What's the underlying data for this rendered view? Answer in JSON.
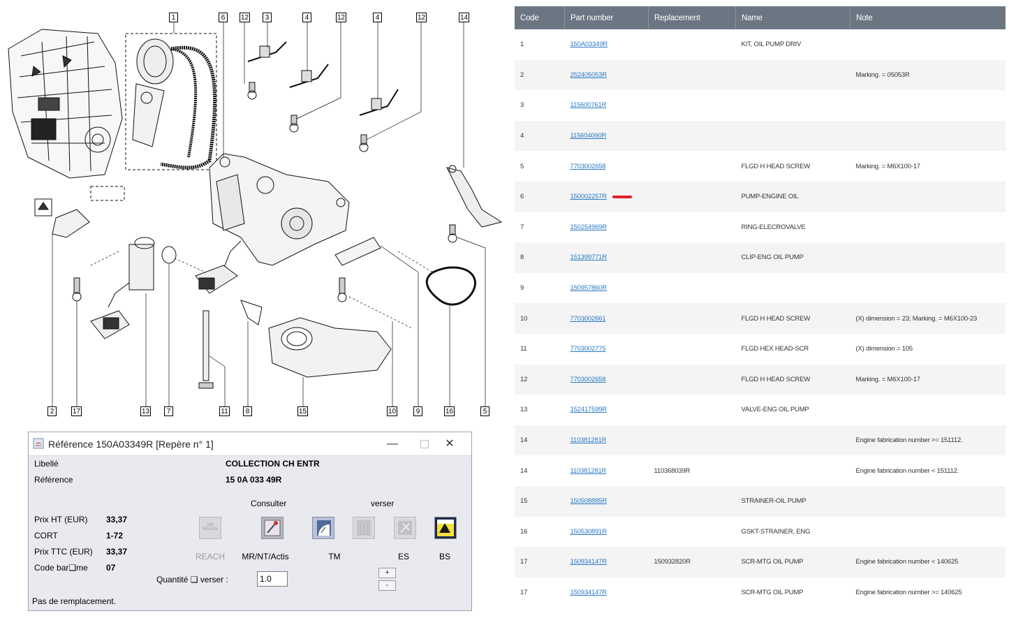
{
  "diagram": {
    "callouts": [
      "1",
      "6",
      "12",
      "3",
      "4",
      "12",
      "4",
      "12",
      "14",
      "2",
      "17",
      "13",
      "7",
      "11",
      "8",
      "15",
      "10",
      "9",
      "16",
      "5"
    ]
  },
  "table": {
    "headers": [
      "Code",
      "Part number",
      "Replacement",
      "Name",
      "Note"
    ],
    "rows": [
      {
        "code": "1",
        "part": "150A03349R",
        "replacement": "",
        "name": "KIT, OIL PUMP DRIV",
        "note": ""
      },
      {
        "code": "2",
        "part": "252405053R",
        "replacement": "",
        "name": "",
        "note": "Marking. = 05053R"
      },
      {
        "code": "3",
        "part": "115600761R",
        "replacement": "",
        "name": "",
        "note": ""
      },
      {
        "code": "4",
        "part": "115604090R",
        "replacement": "",
        "name": "",
        "note": ""
      },
      {
        "code": "5",
        "part": "7703002658",
        "replacement": "",
        "name": "FLGD H HEAD SCREW",
        "note": "Marking. = M6X100-17"
      },
      {
        "code": "6",
        "part": "150002257R",
        "replacement": "",
        "name": "PUMP-ENGINE OIL",
        "note": ""
      },
      {
        "code": "7",
        "part": "150254969R",
        "replacement": "",
        "name": "RING-ELECROVALVE",
        "note": ""
      },
      {
        "code": "8",
        "part": "151399771R",
        "replacement": "",
        "name": "CLIP-ENG OIL PUMP",
        "note": ""
      },
      {
        "code": "9",
        "part": "150957860R",
        "replacement": "",
        "name": "",
        "note": ""
      },
      {
        "code": "10",
        "part": "7703002661",
        "replacement": "",
        "name": "FLGD H HEAD SCREW",
        "note": "(X) dimension = 23; Marking. = M6X100-23"
      },
      {
        "code": "11",
        "part": "7703002775",
        "replacement": "",
        "name": "FLGD HEX HEAD-SCR",
        "note": "(X) dimension = 105"
      },
      {
        "code": "12",
        "part": "7703002658",
        "replacement": "",
        "name": "FLGD H HEAD SCREW",
        "note": "Marking. = M6X100-17"
      },
      {
        "code": "13",
        "part": "152417599R",
        "replacement": "",
        "name": "VALVE-ENG OIL PUMP",
        "note": ""
      },
      {
        "code": "14",
        "part": "110381281R",
        "replacement": "",
        "name": "",
        "note": "Engine fabrication number >= 151112."
      },
      {
        "code": "14",
        "part": "110381281R",
        "replacement": "110368039R",
        "name": "",
        "note": "Engine fabrication number < 151112."
      },
      {
        "code": "15",
        "part": "150508885R",
        "replacement": "",
        "name": "STRAINER-OIL PUMP",
        "note": ""
      },
      {
        "code": "16",
        "part": "150530891R",
        "replacement": "",
        "name": "GSKT-STRAINER, ENG",
        "note": ""
      },
      {
        "code": "17",
        "part": "150934147R",
        "replacement": "150932820R",
        "name": "SCR-MTG OIL PUMP",
        "note": "Engine fabrication number < 140625"
      },
      {
        "code": "17",
        "part": "150934147R",
        "replacement": "",
        "name": "SCR-MTG OIL PUMP",
        "note": "Engine fabrication number >= 140625"
      }
    ],
    "highlight_color": "#e0202a"
  },
  "dialog": {
    "title": "Référence 150A03349R [Repère n° 1]",
    "minimize": "—",
    "close": "✕",
    "libelle_label": "Libellé",
    "libelle_value": "COLLECTION CH ENTR",
    "reference_label": "Référence",
    "reference_value": "15 0A 033 49R",
    "consulter": "Consulter",
    "verser": "verser",
    "prix_ht_label": "Prix HT (EUR)",
    "prix_ht_value": "33,37",
    "cort_label": "CORT",
    "cort_value": "1-72",
    "prix_ttc_label": "Prix TTC (EUR)",
    "prix_ttc_value": "33,37",
    "code_bareme_label": "Code bar❑me",
    "code_bareme_value": "07",
    "reach_label": "REACH",
    "mr_label": "MR/NT/Actis",
    "tm_label": "TM",
    "es_label": "ES",
    "bs_label": "BS",
    "reach_icon_text": "Info REACH",
    "qty_label": "Quantité ❑ verser :",
    "qty_value": "1.0",
    "plus": "+",
    "minus": "-",
    "footer": "Pas de remplacement."
  }
}
